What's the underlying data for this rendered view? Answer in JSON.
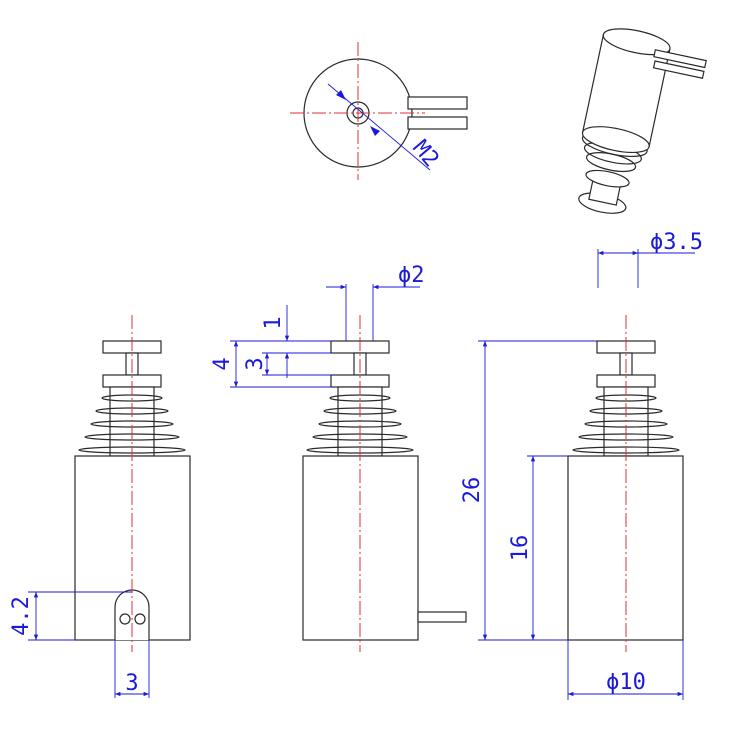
{
  "dimensions": {
    "m2": "M2",
    "d2": "ϕ2",
    "d3_5": "ϕ3.5",
    "d10": "ϕ10",
    "h26": "26",
    "h16": "16",
    "h4": "4",
    "h3": "3",
    "h1": "1",
    "h4_2": "4.2",
    "w3": "3"
  },
  "colors": {
    "outline": "#2a2a2a",
    "centerline": "#e03030",
    "dimension": "#1a1ad8"
  }
}
